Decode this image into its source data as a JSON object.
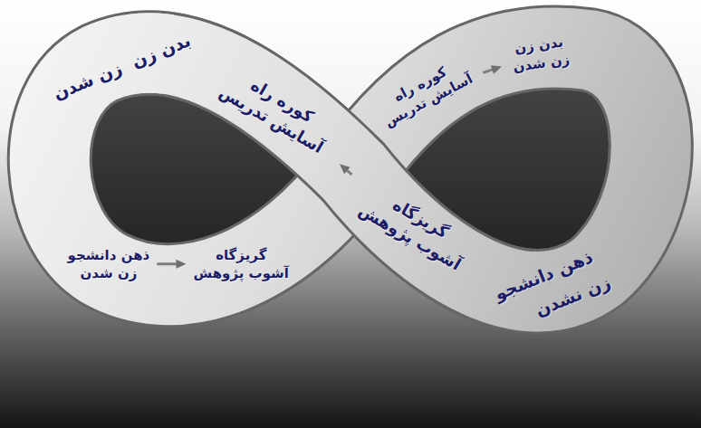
{
  "diagram": {
    "nodes": [
      {
        "text": [
          "کوره راه",
          "آسایش تدریس"
        ]
      },
      {
        "text": [
          "بدن زن",
          "زن شدن"
        ]
      },
      {
        "text": [
          "کوره راه",
          "آسایش تدریس"
        ]
      },
      {
        "text": [
          "گریزگاه",
          "آشوب پژوهش"
        ]
      },
      {
        "text": [
          "ذهن دانشجو",
          "زن شدن"
        ]
      },
      {
        "text": [
          "گریزگاه",
          "آشوب پژوهش"
        ]
      }
    ],
    "edges": [
      {
        "from": 0,
        "to": 1,
        "arrow": "to"
      },
      {
        "from": 3,
        "to": 2,
        "arrow": "to"
      },
      {
        "from": 4,
        "to": 5,
        "arrow": "to"
      }
    ],
    "labels": [
      "بدن زن",
      "زن شدن",
      "ذهن دانشجو",
      "زن نشدن"
    ]
  }
}
